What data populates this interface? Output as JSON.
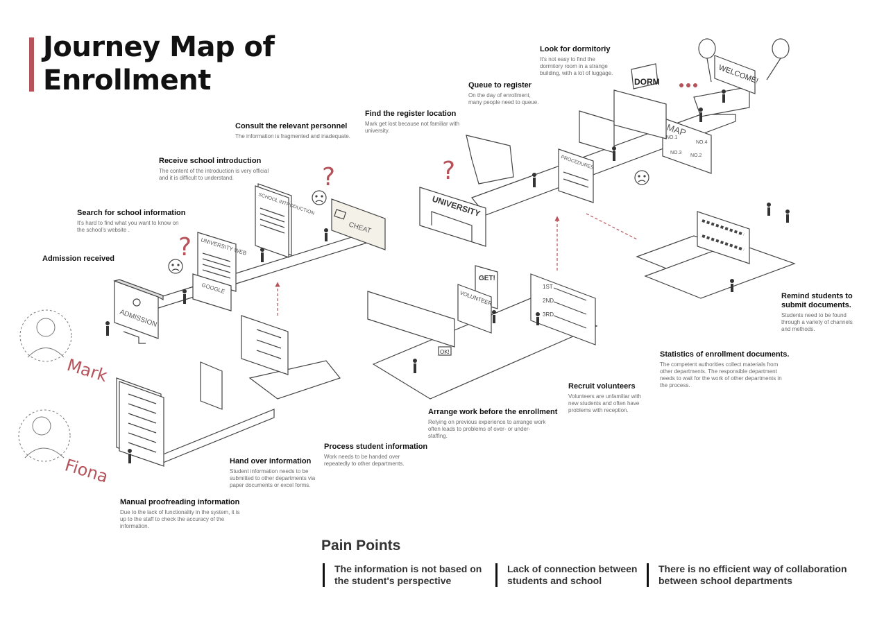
{
  "title": {
    "line1": "Journey Map of",
    "line2": "Enrollment"
  },
  "personas": {
    "student": "Mark",
    "staff": "Fiona"
  },
  "student_steps": [
    {
      "title": "Admission received",
      "desc": ""
    },
    {
      "title": "Search for school information",
      "desc": "It's hard to find what you want to know on the school's website ."
    },
    {
      "title": "Receive school introduction",
      "desc": "The content of the introduction is very official and it is difficult to understand."
    },
    {
      "title": "Consult the relevant personnel",
      "desc": "The information is fragmented and inadequate."
    },
    {
      "title": "Find the register location",
      "desc": "Mark get lost because not familiar with university."
    },
    {
      "title": "Queue to register",
      "desc": "On the day of enrollment, many people need to queue."
    },
    {
      "title": "Look for dormitoriy",
      "desc": "It's not easy to find the dormitory room in a strange building, with a lot of luggage."
    }
  ],
  "staff_steps": [
    {
      "title": "Manual proofreading information",
      "desc": "Due to the lack of functionality in the system, it is up to the staff to check the accuracy of the information."
    },
    {
      "title": "Hand over information",
      "desc": "Student information needs to be submitted to other departments via paper documents or excel forms."
    },
    {
      "title": "Process student information",
      "desc": "Work needs to be handed over repeatedly to other departments."
    },
    {
      "title": "Arrange work before the enrollment",
      "desc": "Relying on previous experience to arrange work often leads to problems of over- or under-staffing."
    },
    {
      "title": "Recruit volunteers",
      "desc": "Volunteers are unfamiliar with new students and often have problems with reception."
    },
    {
      "title": "Statistics of enrollment documents.",
      "desc": "The competent authorities collect materials from other departments. The responsible department needs to wait for the work of other departments in the process."
    },
    {
      "title": "Remind students to submit documents.",
      "desc": "Students need to be found through a variety of channels and methods."
    }
  ],
  "illustration_labels": {
    "admission": "ADMISSION",
    "university_web": "UNIVERSITY WEB",
    "google": "GOOGLE",
    "school_intro": "SCHOOL INTRODUCTION",
    "cheat": "CHEAT",
    "university": "UNIVERSITY",
    "procedures": "PROCEDURES",
    "map": "MAP",
    "map_no1": "NO.1",
    "map_no3": "NO.3",
    "map_no2": "NO.2",
    "map_no4": "NO.4",
    "dorm": "DORM",
    "welcome": "WELCOME!",
    "get": "GET!",
    "volunteer": "VOLUNTEER",
    "rank1": "1ST",
    "rank2": "2ND",
    "rank3": "3RD",
    "ok": "OK!",
    "question": "?"
  },
  "pain_points": {
    "title": "Pain Points",
    "items": [
      {
        "line1": "The information is not based on",
        "line2": "the student's perspective"
      },
      {
        "line1": "Lack of connection between",
        "line2": "students and school"
      },
      {
        "line1": "There is no efficient way of collaboration",
        "line2": "between school departments"
      }
    ]
  },
  "colors": {
    "accent": "#b5525a",
    "ink": "#222222",
    "muted": "#6a6a6a",
    "line": "#444444"
  }
}
